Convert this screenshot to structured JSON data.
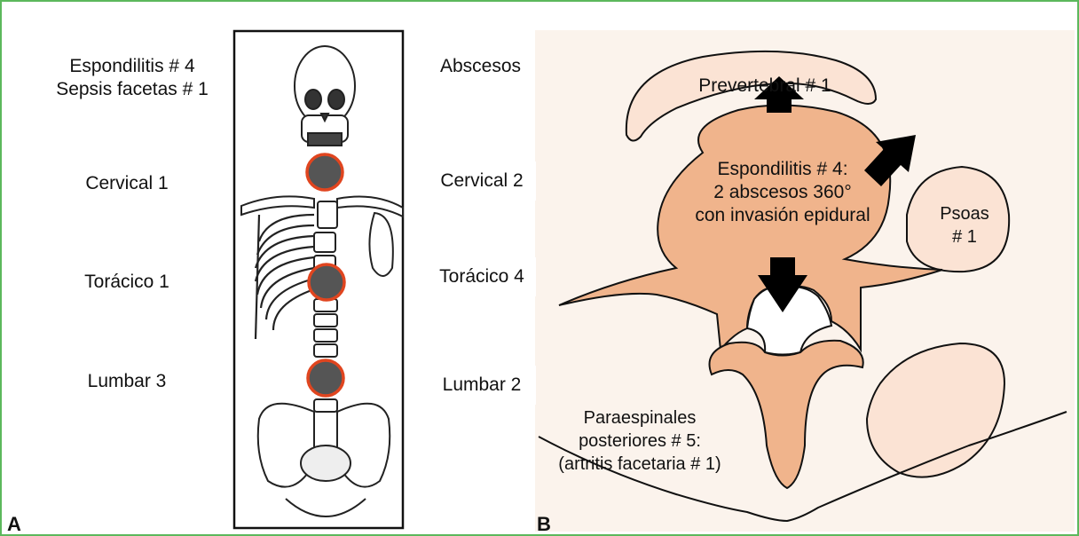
{
  "panel_a": {
    "letter": "A",
    "header_line1": "Espondilitis # 4",
    "header_line2": "Sepsis facetas # 1",
    "left_regions": [
      "Cervical 1",
      "Torácico 1",
      "Lumbar 3"
    ],
    "right_header": "Abscesos",
    "right_regions": [
      "Cervical 2",
      "Torácico 4",
      "Lumbar 2"
    ]
  },
  "panel_b": {
    "letter": "B",
    "prevertebral": "Prevertebral # 1",
    "center_line1": "Espondilitis # 4:",
    "center_line2": "2 abscesos 360°",
    "center_line3": "con invasión epidural",
    "psoas_line1": "Psoas",
    "psoas_line2": "# 1",
    "para_line1": "Paraespinales",
    "para_line2": "posteriores # 5:",
    "para_line3": "(artritis facetaria # 1)"
  },
  "colors": {
    "frame": "#5cb85c",
    "vertebra": "#f0b48c",
    "abscess_light": "#fbe3d4",
    "panel_b_bg": "#fbf3ec",
    "highlight_ring": "#e0451f"
  }
}
